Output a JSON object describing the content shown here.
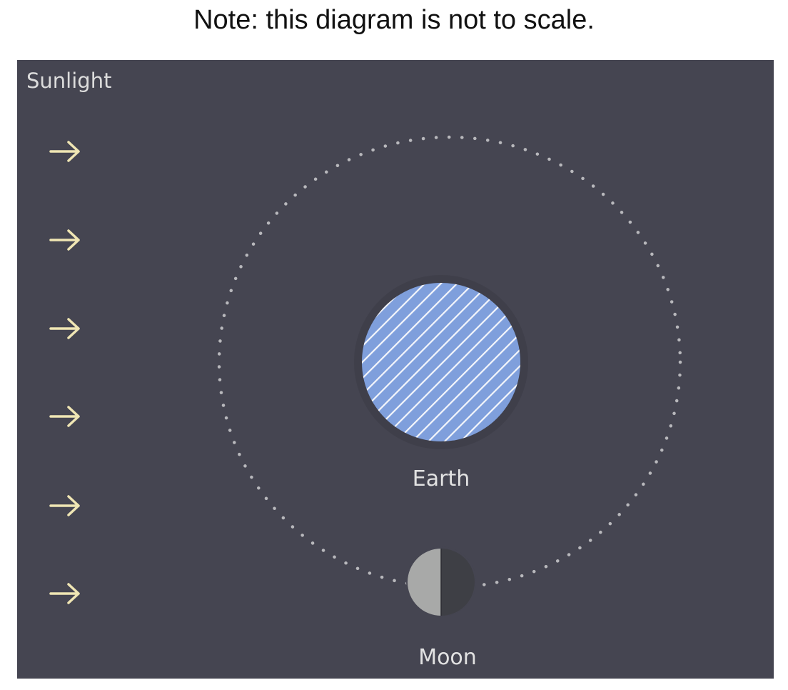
{
  "note": "Note: this diagram is not to scale.",
  "sunlight": {
    "label": "Sunlight",
    "arrow_count": 6,
    "arrow_icon": "right-arrow-icon",
    "arrow_color": "#f0e6b4"
  },
  "earth": {
    "label": "Earth",
    "fill_color": "#7f9fdc",
    "pattern": "diagonal-white-stripes"
  },
  "moon": {
    "label": "Moon",
    "lit_color": "#a8a9a8",
    "dark_color": "#3e3f45"
  },
  "orbit": {
    "style": "dotted",
    "color": "#b8b8bc"
  },
  "colors": {
    "background": "#454551",
    "text": "#e2e2e2"
  }
}
